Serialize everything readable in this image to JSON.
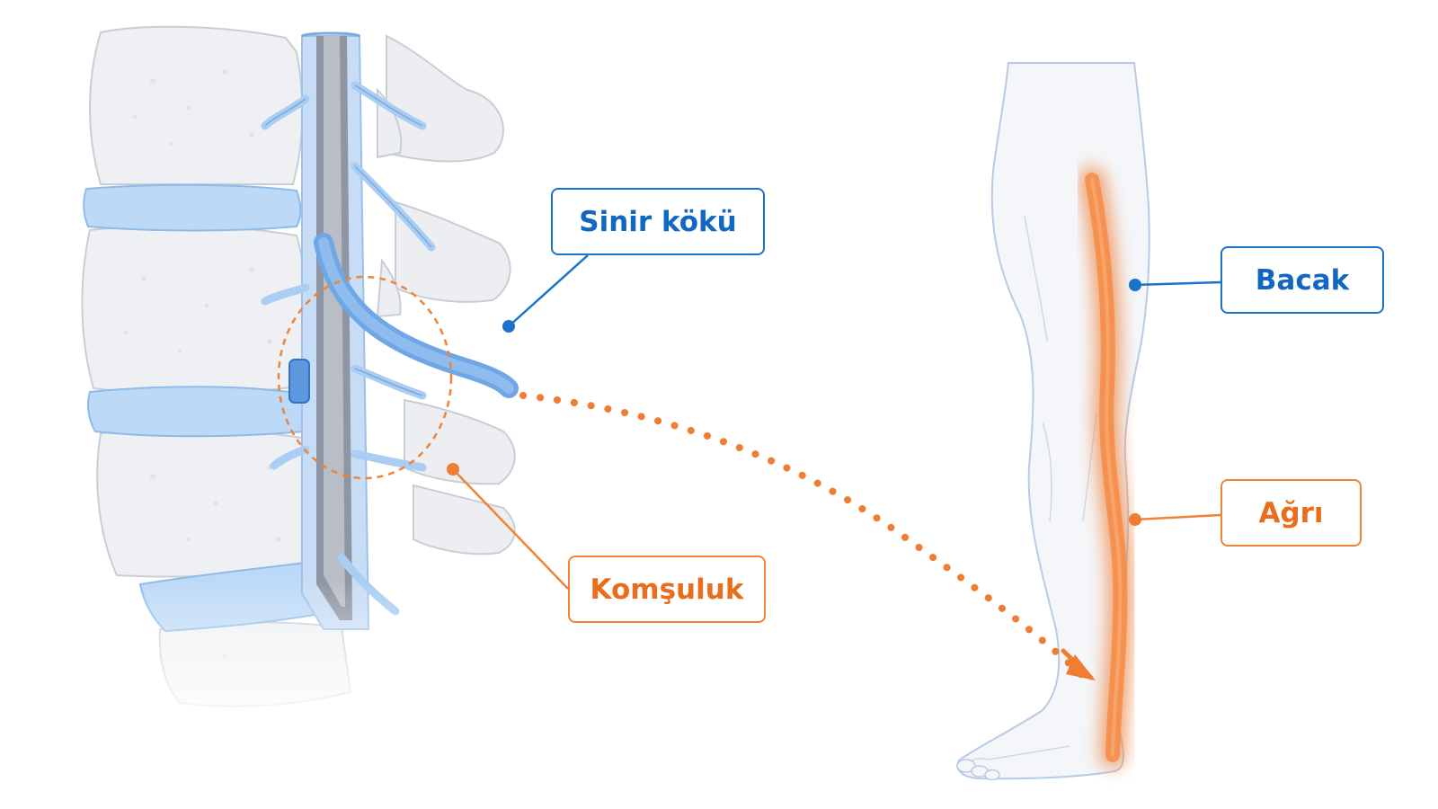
{
  "labels": {
    "nerve_root": "Sinir kökü",
    "proximity": "Komşuluk",
    "leg": "Bacak",
    "pain": "Ağrı"
  },
  "colors": {
    "nerve_blue": "#1a73c9",
    "pain_orange": "#ef7d32",
    "bone": "#eef0f3",
    "disc": "#bcd9f7",
    "skin": "#f4f6f9"
  }
}
